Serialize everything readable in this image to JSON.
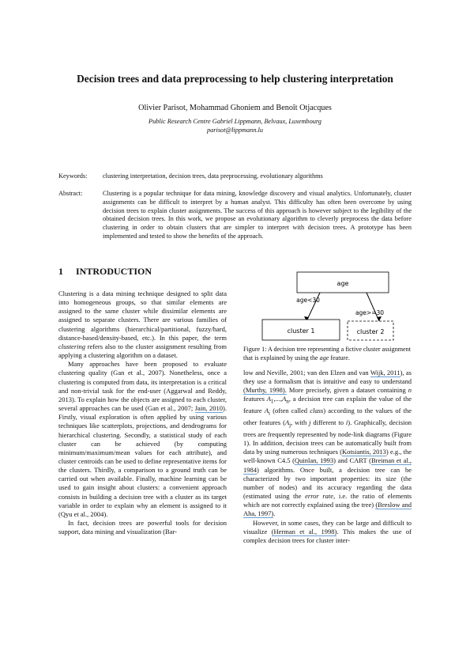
{
  "paper": {
    "title": "Decision trees and data preprocessing to help clustering interpretation",
    "authors": "Olivier Parisot, Mohammad Ghoniem and Benoît Otjacques",
    "affiliation": "Public Research Centre Gabriel Lippmann, Belvaux, Luxembourg",
    "email": "parisot@lippmann.lu"
  },
  "keywords": {
    "label": "Keywords:",
    "text": "clustering interpretation, decision trees, data preprocessing, evolutionary algorithms"
  },
  "abstract": {
    "label": "Abstract:",
    "text": "Clustering is a popular technique for data mining, knowledge discovery and visual analytics. Unfortunately, cluster assignments can be difficult to interpret by a human analyst. This difficulty has often been overcome by using decision trees to explain cluster assignments. The success of this approach is however subject to the legibility of the obtained decision trees. In this work, we propose an evolutionary algorithm to cleverly preprocess the data before clustering in order to obtain clusters that are simpler to interpret with decision trees. A prototype has been implemented and tested to show the benefits of the approach."
  },
  "section": {
    "number": "1",
    "title": "INTRODUCTION"
  },
  "left_column": {
    "p1a": "Clustering is a data mining technique designed to split data into homogeneous groups, so that similar elements are assigned to the same cluster while dissimilar elements are assigned to separate clusters. There are various families of clustering algorithms (hierarchical/partitional, fuzzy/hard, distance-based/density-based, etc.). In this paper, the term ",
    "p1_em": "clustering",
    "p1b": " refers also to the cluster assignment resulting from applying a clustering algorithm on a dataset.",
    "p2a": "Many approaches have been proposed to evaluate clustering quality (Gan et al., 2007). Nonetheless, once a clustering is computed from data, its interpretation is a critical and non-trivial task for the end-user (Aggarwal and Reddy, 2013). To explain how the objects are assigned to each cluster, several approaches can be used (Gan et al., 2007; ",
    "p2_link": "Jain, 2010",
    "p2b": "). Firstly, visual exploration is often applied by using various techniques like scatterplots, projections, and dendrograms for hierarchical clustering. Secondly, a statistical study of each cluster can be achieved (by computing minimum/maximum/mean values for each attribute), and cluster centroids can be used to define representative items for the clusters. Thirdly, a comparison to a ground truth can be carried out when available. Finally, machine learning can be used to gain insight about clusters: a convenient approach consists in building a decision tree with a cluster as its target variable in order to explain why an element is assigned to it (Qyu et al., 2004).",
    "p3": "In fact, decision trees are powerful tools for decision support, data mining and visualization (Bar-"
  },
  "right_column": {
    "r1a": "low and Neville, 2001; van den Elzen and van ",
    "r1_link1": "Wijk, 2011",
    "r1b": "), as they use a formalism that is intuitive and easy to understand ",
    "r1_link2": "(Murthy, 1998).",
    "r1c": " More precisely, given a dataset containing ",
    "r1_n": "n",
    "r1d": " features ",
    "r1_a1": "A",
    "r1_sub1": "1",
    "r1_dots": ",...,",
    "r1_an": "A",
    "r1_subn": "n",
    "r1e": ", a decision tree can explain the value of the feature ",
    "r1_ai": "A",
    "r1_subi": "i",
    "r1f": " (often called ",
    "r1_class": "class",
    "r1g": ") according to the values of the other features (",
    "r1_aj": "A",
    "r1_subj": "j",
    "r1h": ", with ",
    "r1_j": "j",
    "r1i": " different to ",
    "r1_i": "i",
    "r1j": "). Graphically, decision trees are frequently represented by node-link diagrams (Figure 1). In addition, decision trees can be automatically built from data by using numerous techniques (",
    "r1_link3": "Kotsiantis, 2013",
    "r1k": ") e.g., the well-known C4.5 (",
    "r1_link4": "Quinlan, 1993",
    "r1l": ") and CART (",
    "r1_link5": "Breiman et al., 1984",
    "r1m": ") algorithms. Once built, a decision tree can be characterized by two important properties: its size (the number of nodes) and its accuracy regarding the data (estimated using the ",
    "r1_err": "error rate",
    "r1n": ", i.e. the ratio of elements which are not correctly explained using the tree) ",
    "r1_link6": "(Breslow and Aha, 1997)",
    "r1o": ".",
    "r2a": "However, in some cases, they can be large and difficult to visualize ",
    "r2_link": "(Herman et al., 1998)",
    "r2b": ". This makes the use of complex decision trees for cluster inter-"
  },
  "figure": {
    "root": "age",
    "left_edge": "age<30",
    "right_edge": "age>=30",
    "leaf_left": "cluster 1",
    "leaf_right": "cluster 2",
    "caption_a": "Figure 1: A decision tree representing a fictive cluster assignment that is explained by using the ",
    "caption_em": "age",
    "caption_b": " feature."
  }
}
